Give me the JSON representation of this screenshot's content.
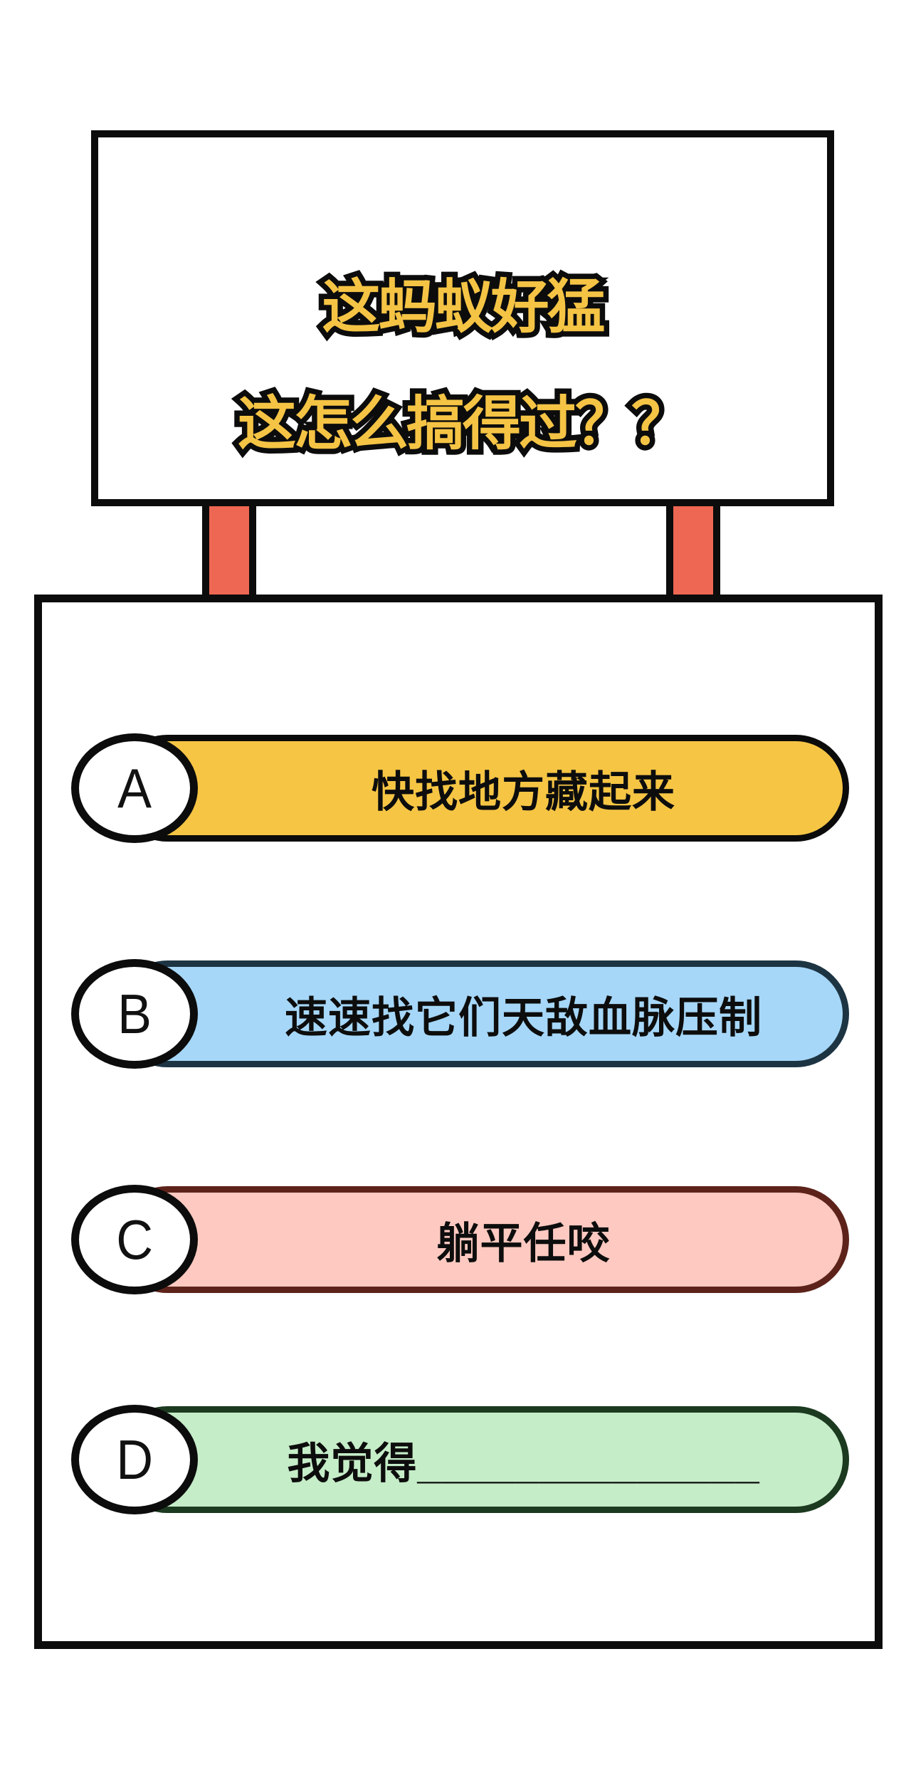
{
  "page": {
    "background": "#FFFFFF"
  },
  "sign": {
    "title_line1": "这蚂蚁好猛",
    "title_line2": "这怎么搞得过？？",
    "title_fill_color": "#F5C445",
    "title_outline_color": "#0C0C0C"
  },
  "posts": {
    "fill": "#EE6752",
    "border": "#0C0C0C"
  },
  "board": {
    "background": "#FFFFFF",
    "border": "#0C0C0C"
  },
  "options": [
    {
      "letter": "A",
      "label": "快找地方藏起来",
      "fill": "#F6C544",
      "border": "#0B0B0B"
    },
    {
      "letter": "B",
      "label": "速速找它们天敌血脉压制",
      "fill": "#A6D7F8",
      "border": "#1D3443"
    },
    {
      "letter": "C",
      "label": "躺平任咬",
      "fill": "#FDC9C0",
      "border": "#5D231A"
    },
    {
      "letter": "D",
      "label": "我觉得______________",
      "fill": "#C5EDC8",
      "border": "#1C3A20"
    }
  ]
}
